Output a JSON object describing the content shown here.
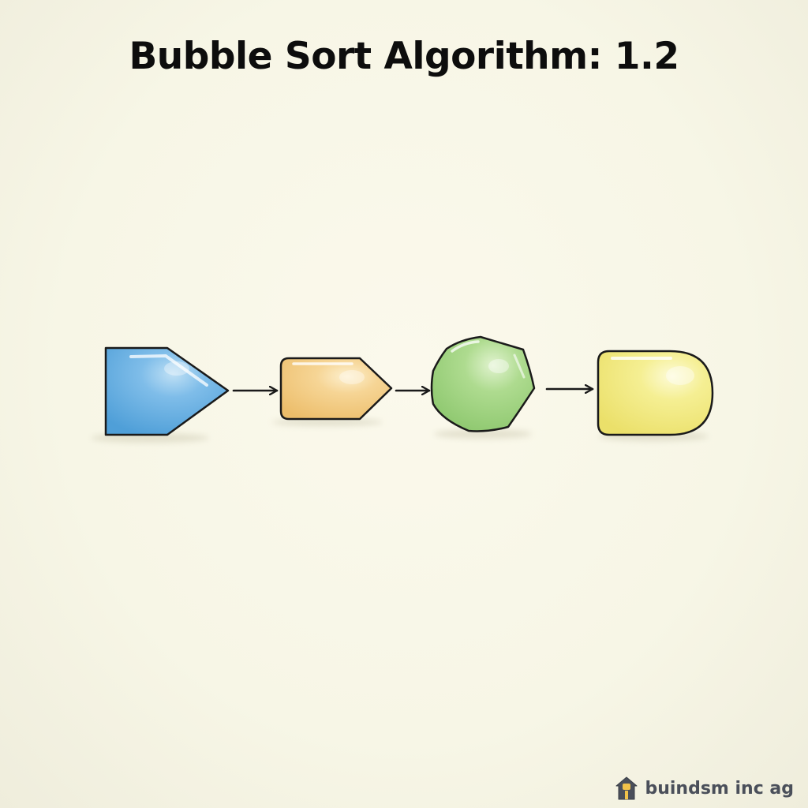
{
  "title": "Bubble Sort Algorithm: 1.2",
  "nodes": [
    {
      "name": "blue-pentagon-node",
      "shape": "pentagon-arrow",
      "color": "#5aa8de"
    },
    {
      "name": "orange-tag-node",
      "shape": "tag-arrow",
      "color": "#f2c577"
    },
    {
      "name": "green-heptagon-node",
      "shape": "heptagon",
      "color": "#9ad07a"
    },
    {
      "name": "yellow-capsule-node",
      "shape": "rounded-capsule",
      "color": "#f1ea7c"
    }
  ],
  "arrows": 3,
  "colors": {
    "background": "#f7f6e6",
    "outline": "#1a1a1a"
  },
  "watermark": {
    "text": "buindsm inc ag",
    "icon": "house-logo-icon"
  }
}
